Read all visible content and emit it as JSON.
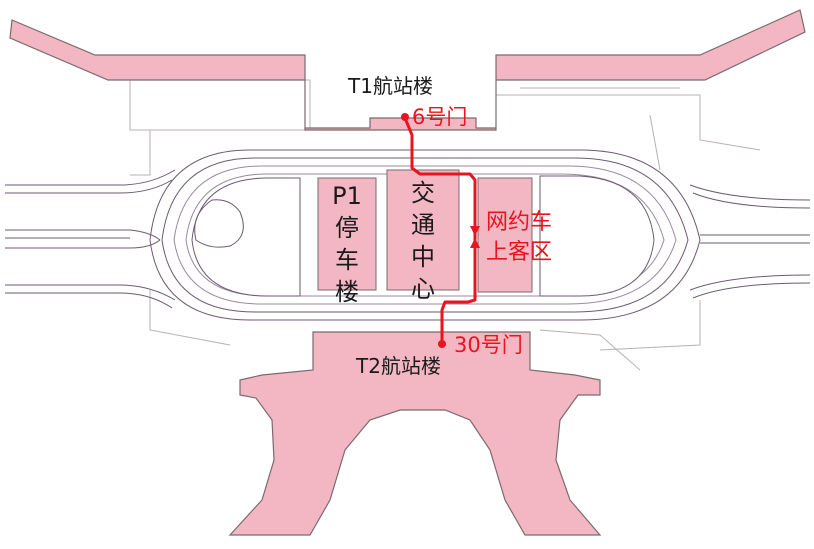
{
  "terminal_1": {
    "label": "T1航站楼"
  },
  "terminal_2": {
    "label": "T2航站楼"
  },
  "gate_6": {
    "label": "6号门"
  },
  "gate_30": {
    "label": "30号门"
  },
  "parking_p1": {
    "label": "P1\n停\n车\n楼"
  },
  "transport_center": {
    "label": "交\n通\n中\n心"
  },
  "ride_hailing": {
    "label": "网约车\n上客区"
  },
  "colors": {
    "terminal_fill": "#f3b7c4",
    "terminal_stroke": "#7a6a6e",
    "route": "#e8141e",
    "road_line": "#6d5a70",
    "road_line_light": "#9a8aa0"
  },
  "route_arrow_icon": "arrow-down-icon, arrow-up-icon"
}
